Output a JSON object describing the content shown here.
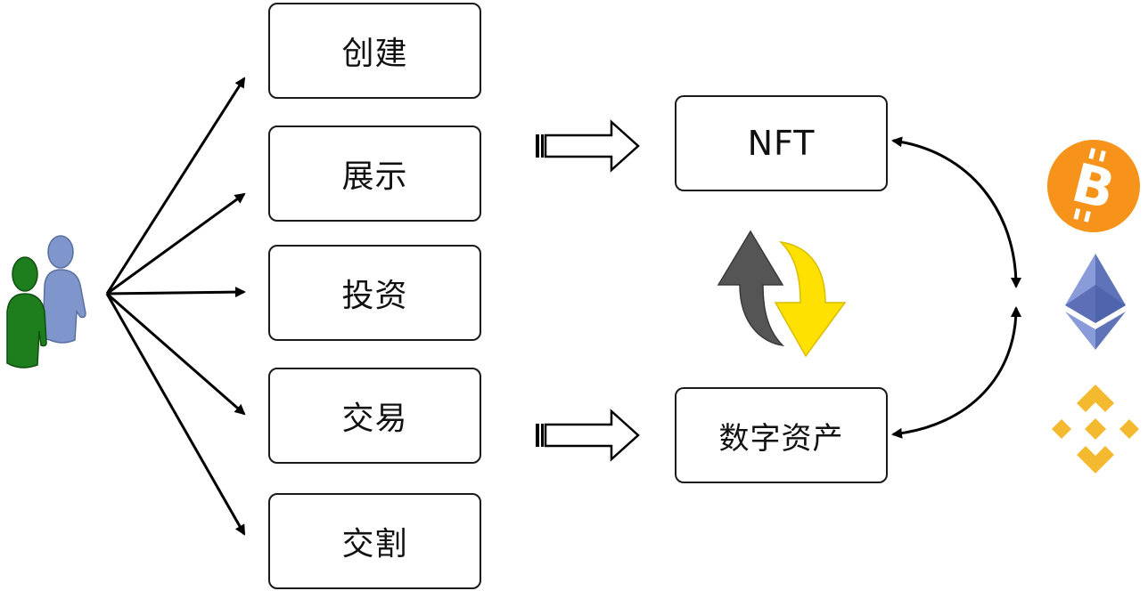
{
  "actions": [
    {
      "id": "create",
      "label": "创建"
    },
    {
      "id": "display",
      "label": "展示"
    },
    {
      "id": "invest",
      "label": "投资"
    },
    {
      "id": "trade",
      "label": "交易"
    },
    {
      "id": "deliver",
      "label": "交割"
    }
  ],
  "targets": {
    "nft": "NFT",
    "digital_assets": "数字资产"
  },
  "icons": {
    "users": "users-icon",
    "exchange": "exchange-arrows-icon",
    "bitcoin": "bitcoin-icon",
    "ethereum": "ethereum-icon",
    "binance": "binance-icon"
  },
  "colors": {
    "bitcoin": "#F7931A",
    "ethereum": "#627EEA",
    "binance": "#F3BA2F",
    "exchange_dark": "#555555",
    "exchange_yellow": "#FFE100",
    "user_green": "#1E7E1E",
    "user_blue": "#7E96CC"
  }
}
